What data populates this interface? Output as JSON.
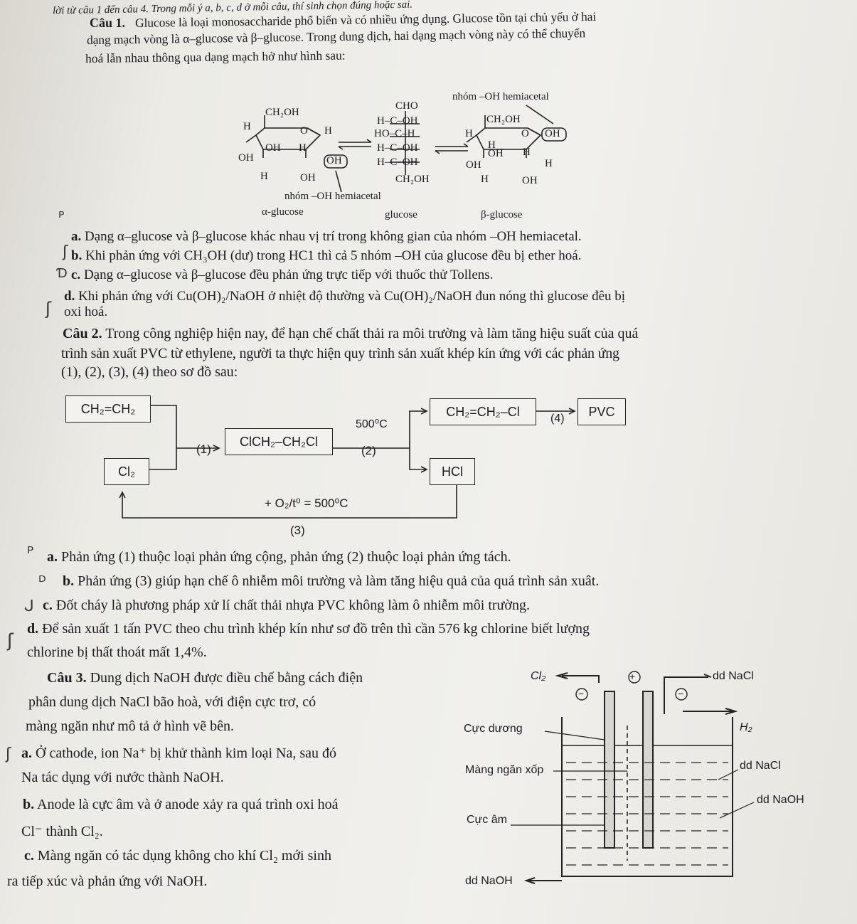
{
  "header_fragment": "lời từ câu 1 đến câu 4. Trong mỗi ý a, b, c, d ở mỗi câu, thí sinh chọn đúng hoặc sai.",
  "q1": {
    "label": "Câu 1.",
    "intro": [
      "Glucose là loại monosaccharide phổ biến và có nhiều ứng dụng. Glucose tồn tại chủ yếu ở hai",
      "dạng mạch vòng là α–glucose và β–glucose. Trong dung dịch, hai dạng mạch vòng này có thể chuyển",
      "hoá lẫn nhau thông qua dạng mạch hở như hình sau:"
    ],
    "figure": {
      "alpha_name": "α-glucose",
      "open_name": "glucose",
      "beta_name": "β-glucose",
      "hemiacetal_top": "nhóm –OH hemiacetal",
      "hemiacetal_bottom": "nhóm –OH hemiacetal",
      "open_rows": [
        "CHO",
        "H–C–OH",
        "HO–C–H",
        "H–C–OH",
        "H–C–OH",
        "CH₂OH"
      ]
    },
    "statements": [
      {
        "letter": "a.",
        "text": "Dạng α–glucose và β–glucose khác nhau vị trí trong không gian của nhóm –OH hemiacetal."
      },
      {
        "letter": "b.",
        "text": "Khi phản ứng với CH₃OH (dư) trong HC1 thì cả 5 nhóm –OH của glucose đều bị ether hoá."
      },
      {
        "letter": "c.",
        "text": "Dạng α–glucose và β–glucose đều phản ứng trực tiếp với thuốc thử Tollens."
      },
      {
        "letter": "d.",
        "text": "Khi phản ứng với Cu(OH)₂/NaOH ở nhiệt độ thường và Cu(OH)₂/NaOH đun nóng thì glucose đêu bị",
        "text2": "oxi hoá."
      }
    ]
  },
  "q2": {
    "label": "Câu 2.",
    "intro": [
      "Trong công nghiệp hiện nay, để hạn chế chất thải ra môi trường và làm tăng hiệu suất của quá",
      "trình sản xuất PVC từ ethylene, người ta thực hiện quy trình sản xuất khép kín ứng với các phản ứng",
      "(1), (2), (3), (4) theo sơ đồ sau:"
    ],
    "diagram": {
      "ethylene": "CH₂=CH₂",
      "chlorine": "Cl₂",
      "dichloro": "ClCH₂–CH₂Cl",
      "vinyl": "CH₂=CH₂–Cl",
      "pvc": "PVC",
      "hcl": "HCl",
      "step1": "(1)",
      "step2": "(2)",
      "step3": "(3)",
      "step4": "(4)",
      "temp2": "500⁰C",
      "cond3": "+ O₂/t⁰ = 500⁰C"
    },
    "statements": [
      {
        "letter": "a.",
        "text": "Phản ứng (1) thuộc loại phản ứng cộng, phản ứng (2) thuộc loại phản ứng tách."
      },
      {
        "letter": "b.",
        "text": "Phản ứng (3) giúp hạn chế ô nhiễm môi trường và làm tăng hiệu quả của quá trình sản xuât."
      },
      {
        "letter": "c.",
        "text": "Đốt cháy là phương pháp xử lí chất thải nhựa PVC không làm ô nhiễm môi trường."
      },
      {
        "letter": "d.",
        "text": "Để sản xuất 1 tấn PVC theo chu trình khép kín như sơ đồ trên thì cần 576 kg chlorine biết lượng",
        "text2": "chlorine bị thất thoát mất 1,4%."
      }
    ]
  },
  "q3": {
    "label": "Câu 3.",
    "intro": [
      "Dung dịch NaOH được điều chế bằng cách điện",
      "phân dung dịch NaCl bão hoà, với điện cực trơ, có",
      "màng ngăn như mô tả ở hình vẽ bên."
    ],
    "statements": [
      {
        "letter": "a.",
        "text": "Ở cathode, ion Na⁺ bị khử thành kim loại Na, sau đó",
        "text2": "Na tác dụng với nước thành NaOH."
      },
      {
        "letter": "b.",
        "text": "Anode là cực âm và ở anode xảy ra quá trình oxi hoá",
        "text2": "Cl⁻ thành Cl₂."
      },
      {
        "letter": "c.",
        "text": "Màng ngăn có tác dụng không cho khí Cl₂ mới sinh",
        "text2": "ra tiếp xúc và phản ứng với NaOH."
      }
    ],
    "figure": {
      "cl2": "Cl₂",
      "nacl_in": "dd NaCl",
      "h2": "H₂",
      "anode": "Cực dương",
      "membrane": "Màng ngăn xốp",
      "cathode": "Cực âm",
      "nacl_out": "dd NaCl",
      "naoh_out": "dd NaOH",
      "naoh_bottom": "dd NaOH",
      "plus": "+",
      "minus": "−"
    }
  }
}
